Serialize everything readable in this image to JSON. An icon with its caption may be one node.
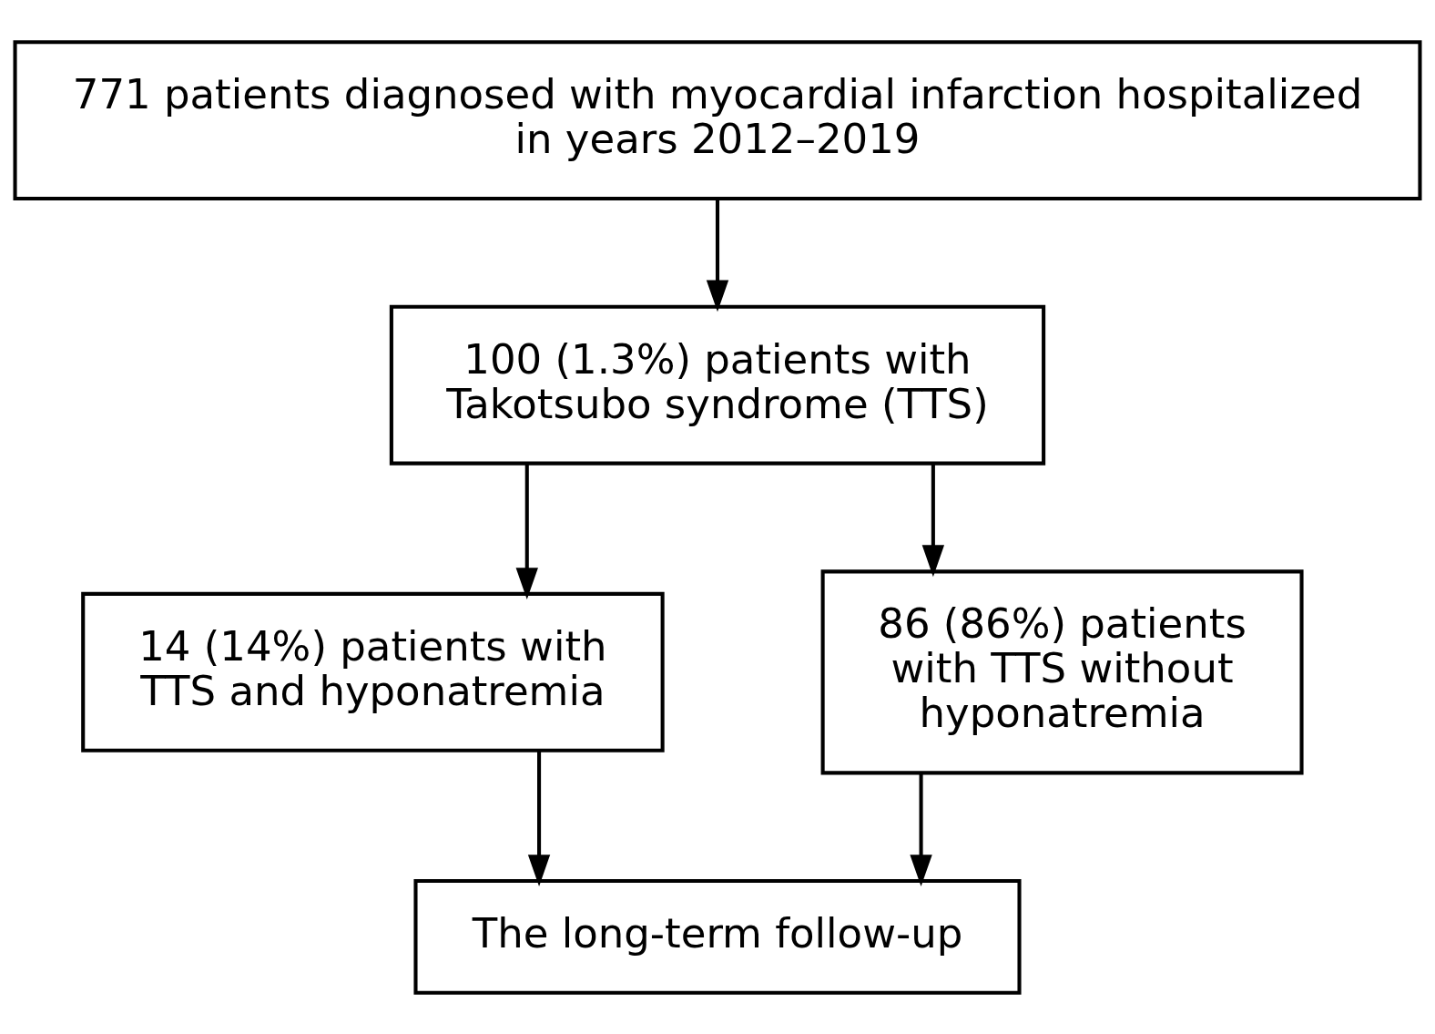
{
  "diagram": {
    "nodes": [
      {
        "text": [
          "771 patients diagnosed with myocardial infarction hospitalized in years 2012–2019"
        ]
      },
      {
        "text": [
          "100 (1.3%) patients with Takotsubo syndrome (TTS)"
        ]
      },
      {
        "text": [
          "14 (14%) patients with TTS and hyponatremia"
        ]
      },
      {
        "text": [
          "86 (86%) patients with TTS without hyponatremia"
        ]
      },
      {
        "text": [
          "The long-term follow-up"
        ]
      }
    ],
    "edges": [
      {
        "from": 0,
        "to": 1,
        "arrow": "to"
      },
      {
        "from": 1,
        "to": 2,
        "arrow": "to"
      },
      {
        "from": 1,
        "to": 3,
        "arrow": "to"
      },
      {
        "from": 2,
        "to": 4,
        "arrow": "to"
      },
      {
        "from": 3,
        "to": 4,
        "arrow": "to"
      }
    ]
  }
}
